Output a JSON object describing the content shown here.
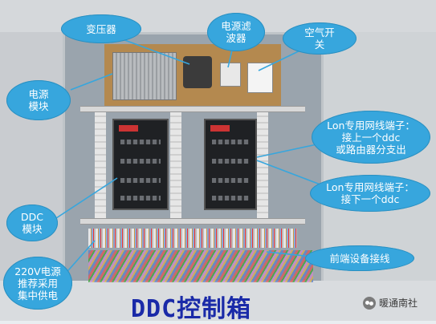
{
  "caption": "DDC控制箱",
  "watermark": "暖通南社",
  "callouts": {
    "transformer": "变压器",
    "power_filter": "电源滤\n波器",
    "air_switch": "空气开\n关",
    "power_module": "电源\n模块",
    "lon_up": "Lon专用网线端子：\n接上一个ddc\n或路由器分支出",
    "lon_down": "Lon专用网线端子：\n接下一个ddc",
    "ddc_module": "DDC\n模块",
    "power_220v": "220V电源\n推荐采用\n集中供电",
    "front_wiring": "前端设备接线"
  },
  "colors": {
    "callout_fill": "#37a6dd",
    "callout_text": "#ffffff",
    "caption_text": "#1a2aa8"
  }
}
